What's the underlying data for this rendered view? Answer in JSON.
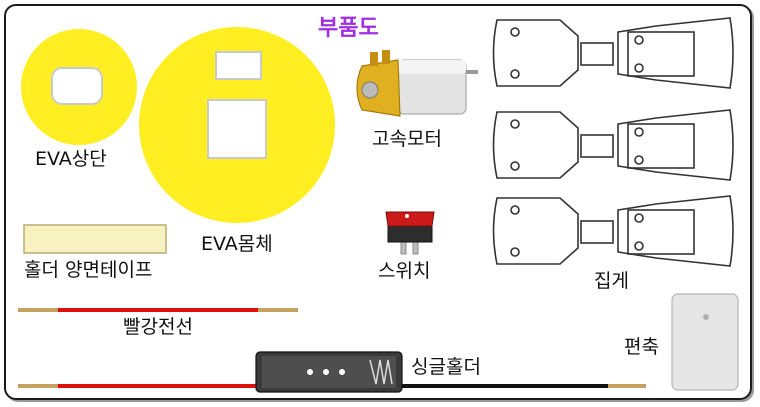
{
  "title": "부품도",
  "labels": {
    "eva_top": "EVA상단",
    "eva_body": "EVA몸체",
    "motor": "고속모터",
    "tape": "홀더 양면테이프",
    "switch": "스위치",
    "clip": "집게",
    "red_wire": "빨강전선",
    "holder": "싱글홀더",
    "piece": "편축"
  },
  "colors": {
    "title": "#a12ee0",
    "eva": "#ffee22",
    "tape": "#f8f1c0",
    "wire_red": "#e01010",
    "wire_black": "#111111",
    "wire_tip": "#c8a060",
    "switch_red": "#cc1a1a"
  }
}
